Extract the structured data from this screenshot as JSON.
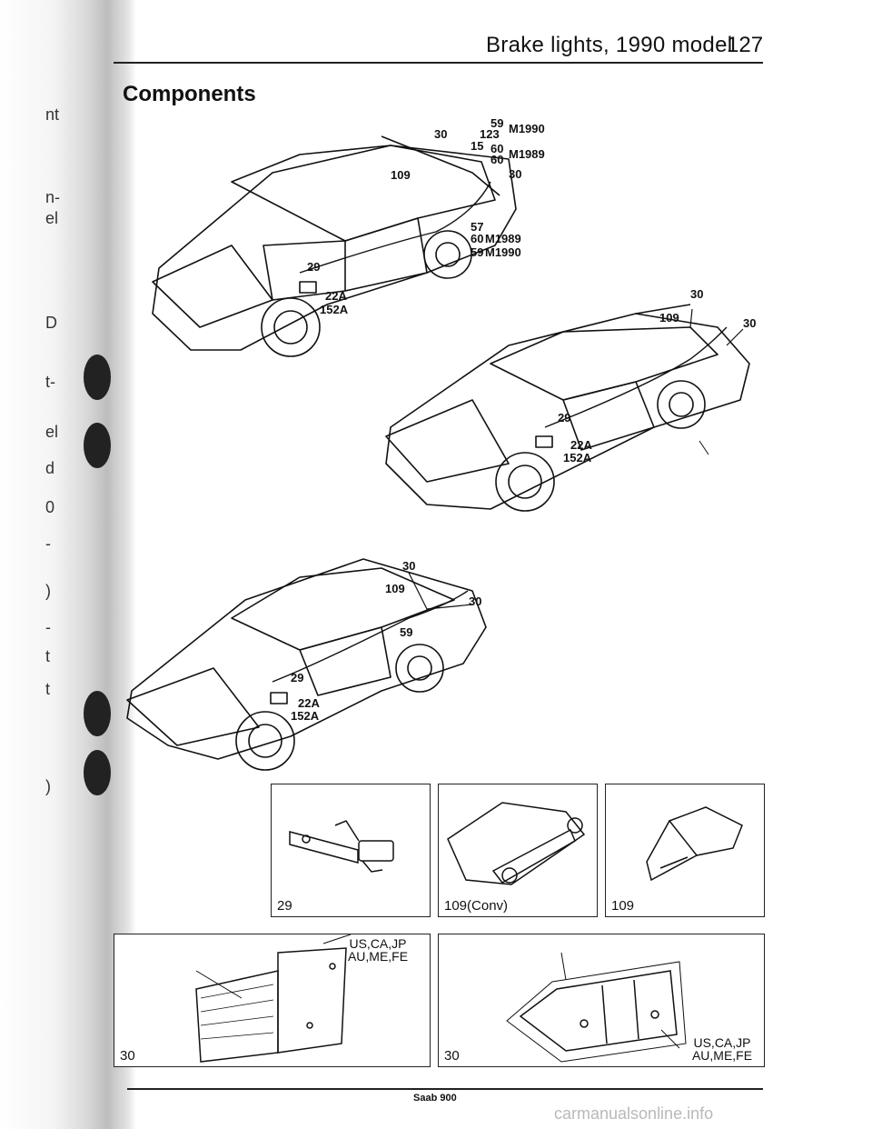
{
  "header": {
    "title": "Brake lights, 1990 model",
    "page_number": "127"
  },
  "section": {
    "heading": "Components"
  },
  "margin_fragments": [
    "nt",
    "n-",
    "el",
    "D",
    "t-",
    "el",
    "d",
    "0",
    "-",
    ")",
    "-",
    "t",
    "t",
    ")"
  ],
  "callouts": {
    "car1": [
      "30",
      "59",
      "123",
      "M1990",
      "15",
      "60",
      "60",
      "M1989",
      "30",
      "109",
      "57",
      "60",
      "M1989",
      "59",
      "M1990",
      "29",
      "22A",
      "152A"
    ],
    "car2": [
      "30",
      "109",
      "30",
      "29",
      "22A",
      "152A"
    ],
    "car3": [
      "30",
      "109",
      "30",
      "59",
      "29",
      "22A",
      "152A"
    ]
  },
  "panels": {
    "part_29": {
      "caption": "29"
    },
    "part_109_conv": {
      "caption": "109(Conv)"
    },
    "part_109": {
      "caption": "109"
    },
    "part_30_left": {
      "caption": "30",
      "note": "US,CA,JP AU,ME,FE"
    },
    "part_30_right": {
      "caption": "30",
      "note": "US,CA,JP AU,ME,FE"
    }
  },
  "footer": {
    "text": "Saab 900"
  },
  "watermark": {
    "text": "carmanualsonline.info"
  }
}
